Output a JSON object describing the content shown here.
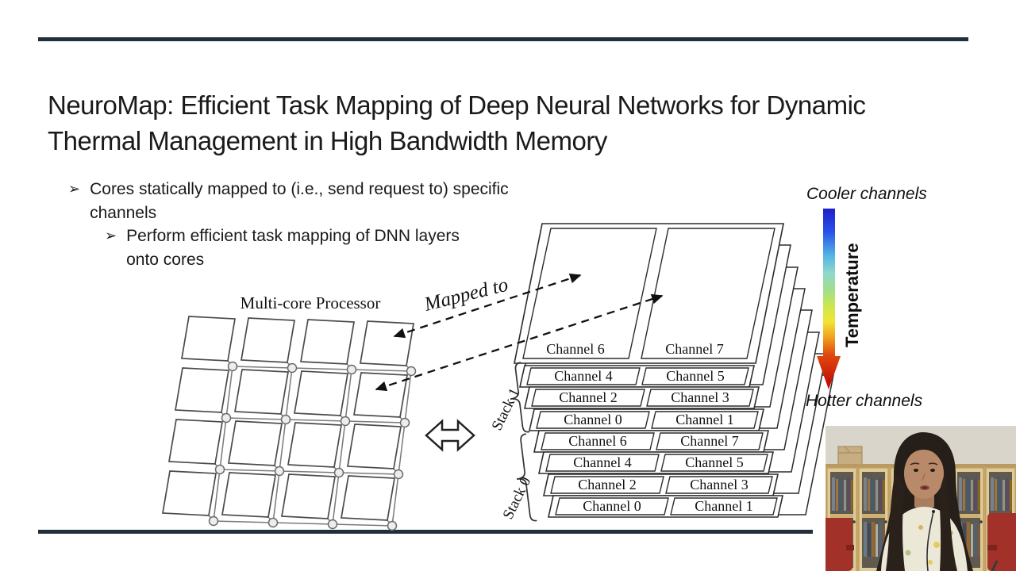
{
  "slide": {
    "title": "NeuroMap: Efficient Task Mapping of Deep Neural Networks for Dynamic Thermal Management in High Bandwidth Memory",
    "bullet_glyph": "➢",
    "bullet1": "Cores statically mapped to (i.e., send request to) specific channels",
    "bullet2": "Perform efficient task mapping of DNN layers onto cores"
  },
  "diagram": {
    "processor_label": "Multi-core Processor",
    "mapped_to_label": "Mapped to",
    "memory": {
      "top_row": {
        "left": "Channel 6",
        "right": "Channel 7"
      },
      "rows": [
        {
          "left": "Channel 4",
          "right": "Channel 5"
        },
        {
          "left": "Channel 2",
          "right": "Channel 3"
        },
        {
          "left": "Channel 0",
          "right": "Channel 1"
        },
        {
          "left": "Channel 6",
          "right": "Channel 7"
        },
        {
          "left": "Channel 4",
          "right": "Channel 5"
        },
        {
          "left": "Channel 2",
          "right": "Channel 3"
        },
        {
          "left": "Channel 0",
          "right": "Channel 1"
        }
      ],
      "stack1_label": "Stack 1",
      "stack0_label": "Stack 0",
      "channel0_color": "#F7941D",
      "channel1_color": "#DCEAD2"
    },
    "temperature": {
      "cooler_label": "Cooler channels",
      "hotter_label": "Hotter channels",
      "axis_label": "Temperature",
      "gradient_top_color": "#1f1fc8",
      "gradient_bottom_color": "#c41106"
    }
  }
}
